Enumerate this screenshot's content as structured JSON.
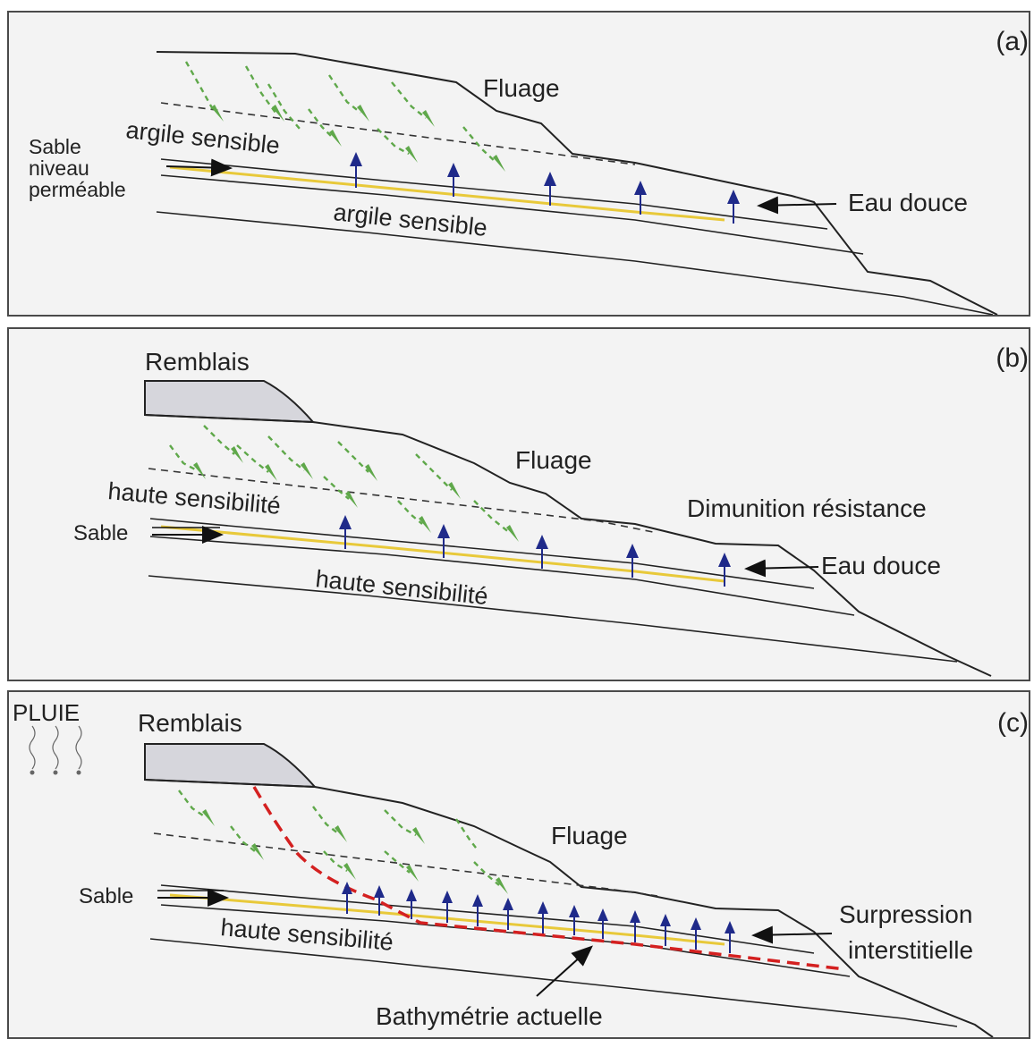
{
  "panels": {
    "a": {
      "label": "(a)",
      "fluage": "Fluage",
      "upper_layer": "argile sensible",
      "lower_layer": "argile sensible",
      "sand_lines": [
        "Sable",
        "niveau",
        "perméable"
      ],
      "water": "Eau douce"
    },
    "b": {
      "label": "(b)",
      "fill": "Remblais",
      "fluage": "Fluage",
      "reduction": "Dimunition résistance",
      "upper_layer": "haute sensibilité",
      "sand": "Sable",
      "water": "Eau douce",
      "lower_layer": "haute sensibilité"
    },
    "c": {
      "label": "(c)",
      "rain": "PLUIE",
      "fill": "Remblais",
      "fluage": "Fluage",
      "sand": "Sable",
      "pressure_line1": "Surpression",
      "pressure_line2": "interstitielle",
      "lower_layer": "haute sensibilité",
      "bathymetry": "Bathymétrie actuelle"
    }
  },
  "colors": {
    "creep_arrows": "#5fa84a",
    "water_arrows": "#1f2a8a",
    "sand_layer": "#e8c93a",
    "failure_surface": "#d42020",
    "fill_material": "#d6d6dc"
  },
  "icons": [
    "green-dashed-creep-arrow",
    "blue-up-arrow",
    "black-right-arrow",
    "black-left-arrow",
    "rain-drop-icon"
  ]
}
